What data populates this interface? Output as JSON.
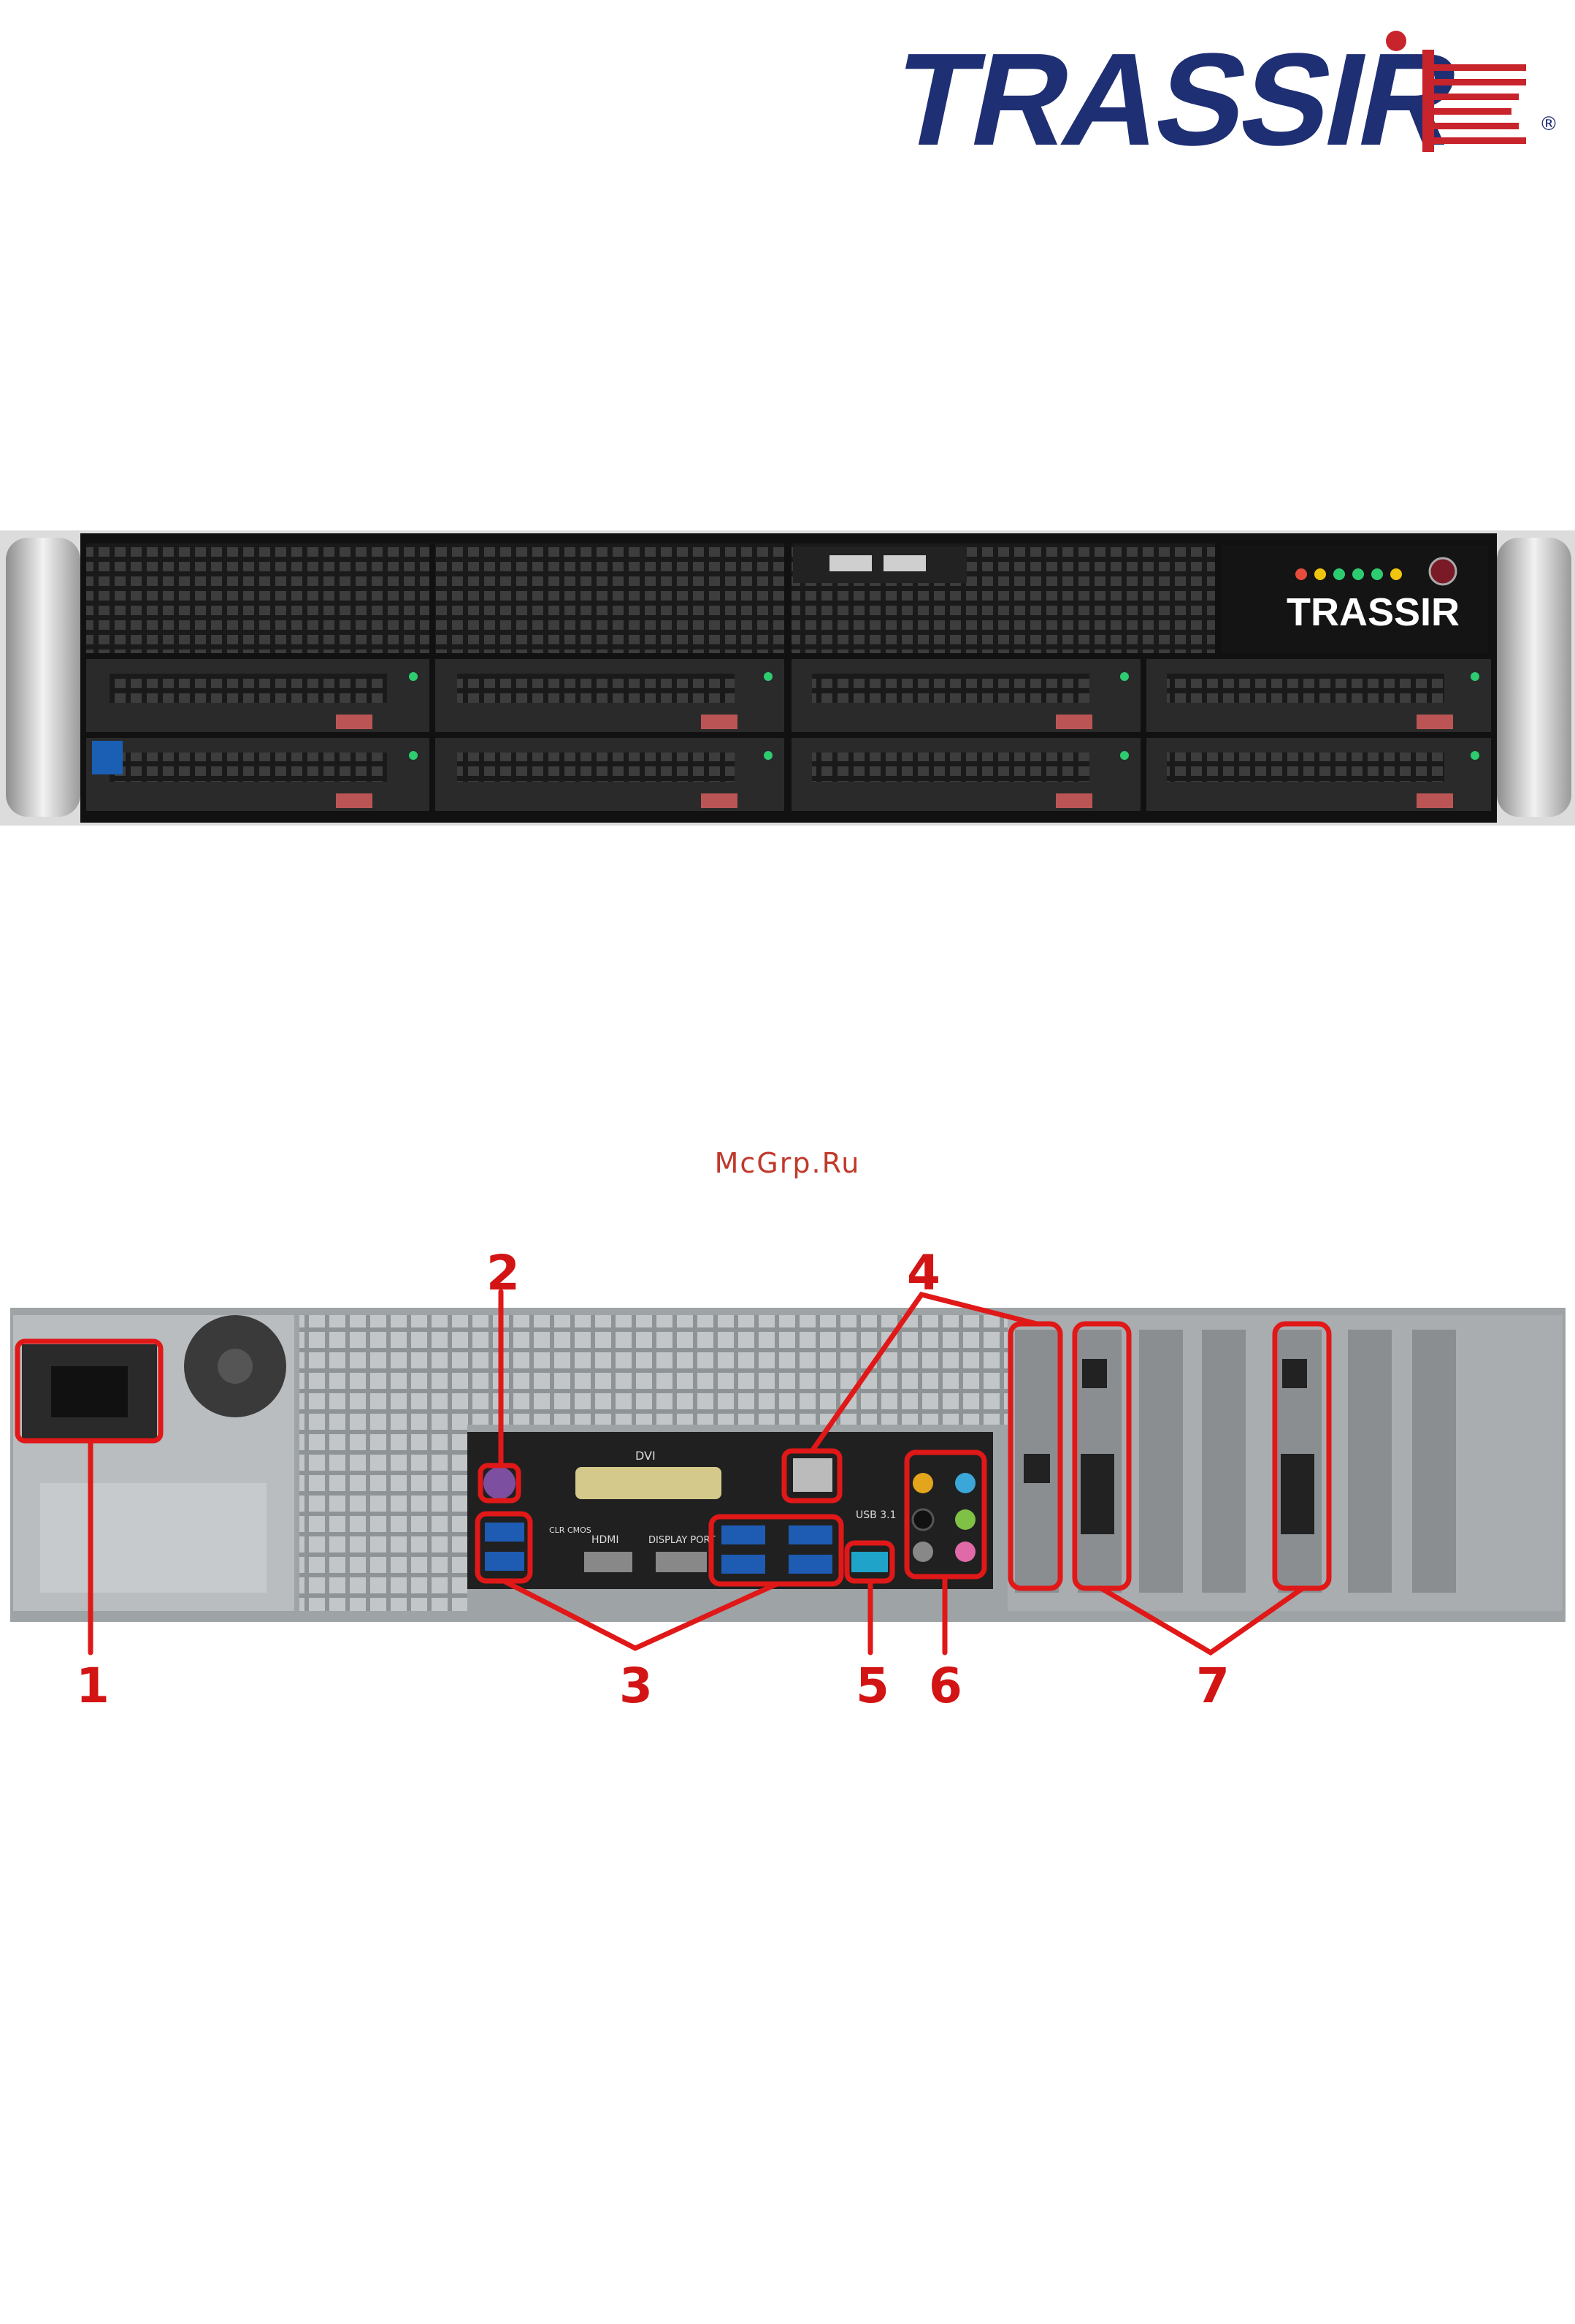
{
  "brand": {
    "logo_text": "TRASSIR",
    "registered_mark": "®",
    "colors": {
      "navy": "#1f2f74",
      "red": "#c8242b"
    }
  },
  "front_panel": {
    "bezel_logo": "TRASSIR",
    "drive_bays": 8,
    "usb_ports": 2,
    "status_leds": [
      "#e74c3c",
      "#f1c40f",
      "#2ecc71",
      "#2ecc71",
      "#2ecc71",
      "#f1c40f"
    ]
  },
  "watermark": "McGrp.Ru",
  "rear_panel": {
    "port_labels": {
      "dvi": "DVI",
      "hdmi": "HDMI",
      "display_port": "DISPLAY PORT",
      "usb31": "USB 3.1",
      "clr_cmos": "CLR CMOS"
    },
    "callouts": [
      "1",
      "2",
      "3",
      "4",
      "5",
      "6",
      "7"
    ],
    "highlight_color": "#e01818"
  }
}
